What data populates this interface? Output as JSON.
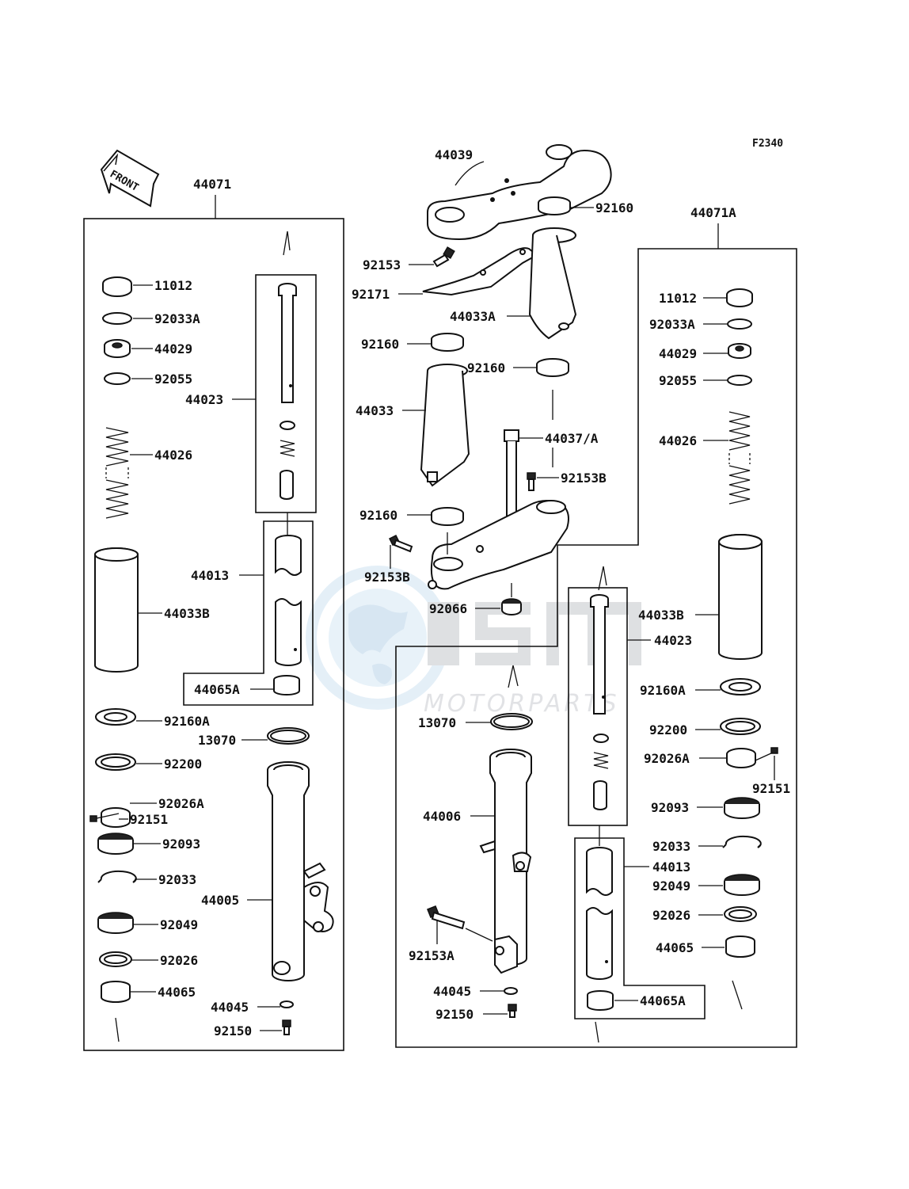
{
  "diagram_code": "F2340",
  "front_badge": "FRONT",
  "watermark": {
    "brand": "OSM",
    "tagline": "MOTORPARTS"
  },
  "assemblies": {
    "left": "44071",
    "right": "44071A"
  },
  "labels": {
    "l_11012": "11012",
    "l_92033A": "92033A",
    "l_44029": "44029",
    "l_92055": "92055",
    "l_44026": "44026",
    "l_44033B": "44033B",
    "l_92160A": "92160A",
    "l_92200": "92200",
    "l_92026A": "92026A",
    "l_92151": "92151",
    "l_92093": "92093",
    "l_92033": "92033",
    "l_92049": "92049",
    "l_92026": "92026",
    "l_44065": "44065",
    "l_44023": "44023",
    "l_44013": "44013",
    "l_44065A": "44065A",
    "l_13070": "13070",
    "l_44005": "44005",
    "l_44045": "44045",
    "l_92150": "92150",
    "c_44039": "44039",
    "c_92160_top": "92160",
    "c_92153": "92153",
    "c_92171": "92171",
    "c_44033A": "44033A",
    "c_92160_l": "92160",
    "c_92160_r": "92160",
    "c_44033": "44033",
    "c_44037A": "44037/A",
    "c_92153B_r": "92153B",
    "c_92160_b": "92160",
    "c_92153B_l": "92153B",
    "c_92066": "92066",
    "r_11012": "11012",
    "r_92033A": "92033A",
    "r_44029": "44029",
    "r_92055": "92055",
    "r_44026": "44026",
    "r_44033B": "44033B",
    "r_44023": "44023",
    "r_92160A": "92160A",
    "r_92200": "92200",
    "r_92026A": "92026A",
    "r_92151": "92151",
    "r_92093": "92093",
    "r_92033": "92033",
    "r_44013": "44013",
    "r_92049": "92049",
    "r_92026": "92026",
    "r_44065": "44065",
    "r_44065A": "44065A",
    "r_13070": "13070",
    "r_44006": "44006",
    "r_92153A": "92153A",
    "r_44045": "44045",
    "r_92150": "92150"
  }
}
